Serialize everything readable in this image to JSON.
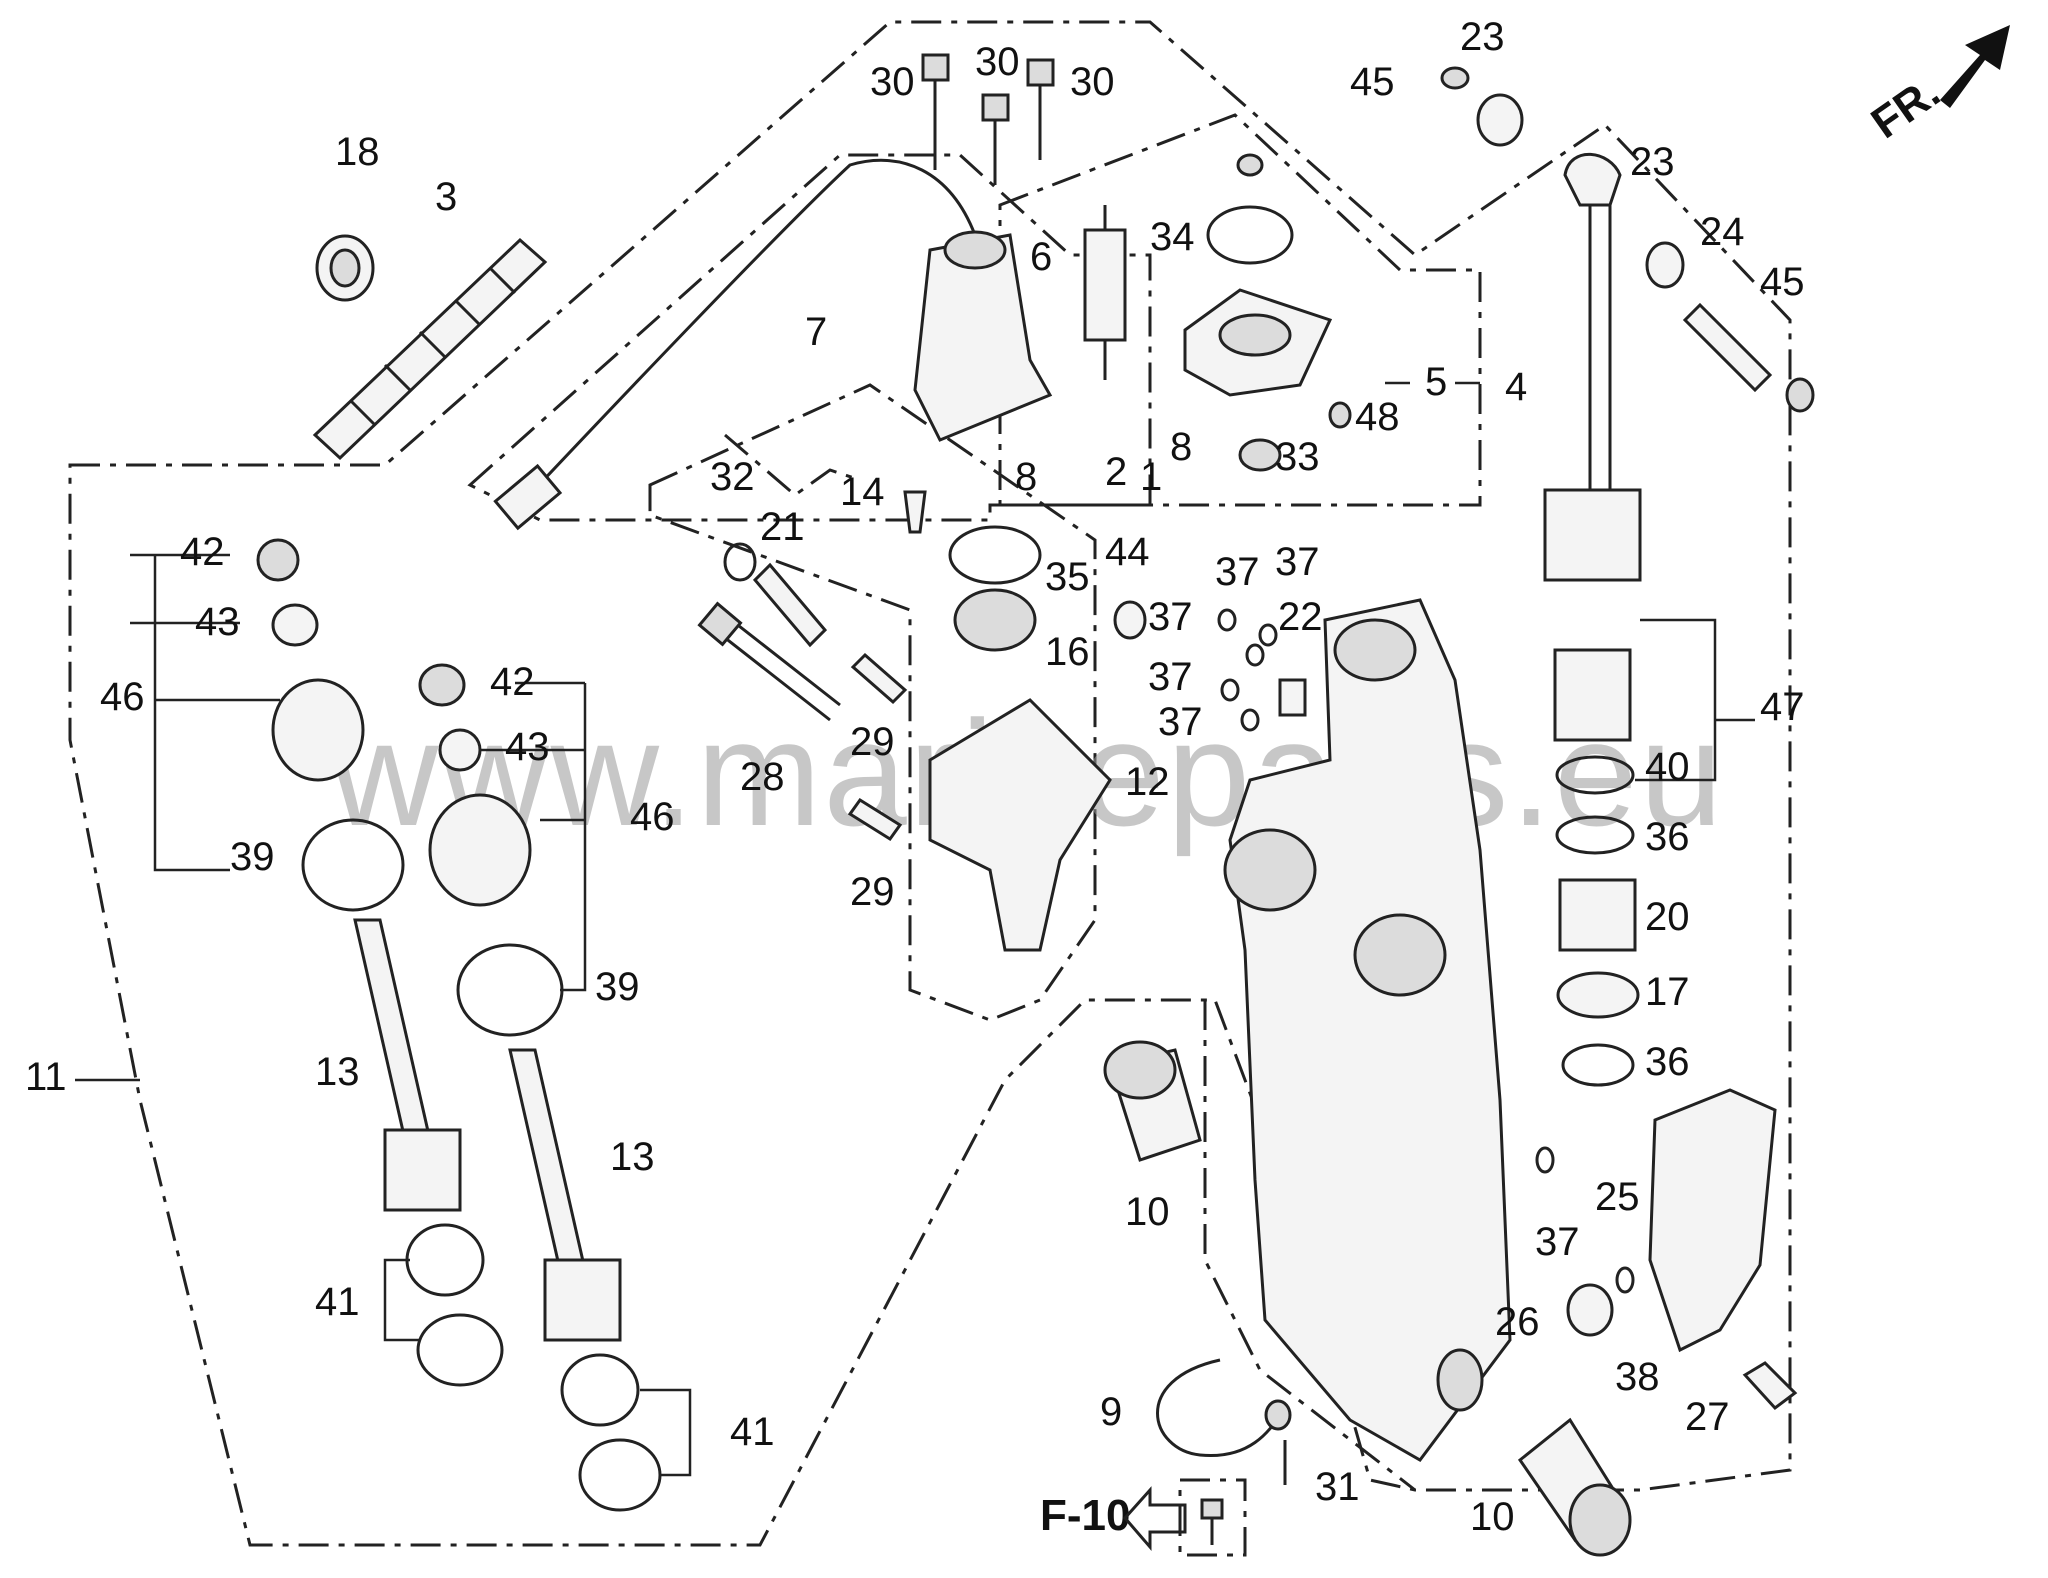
{
  "watermark": "www.marineparts.eu",
  "orientation": {
    "label": "FR.",
    "icon": "arrow-front-icon"
  },
  "reference": {
    "label": "F-10",
    "icon": "arrow-left-outline-icon"
  },
  "part_labels": [
    {
      "id": "l18",
      "text": "18"
    },
    {
      "id": "l3",
      "text": "3"
    },
    {
      "id": "l30a",
      "text": "30"
    },
    {
      "id": "l30b",
      "text": "30"
    },
    {
      "id": "l30c",
      "text": "30"
    },
    {
      "id": "l45a",
      "text": "45"
    },
    {
      "id": "l23a",
      "text": "23"
    },
    {
      "id": "l7",
      "text": "7"
    },
    {
      "id": "l6",
      "text": "6"
    },
    {
      "id": "l34",
      "text": "34"
    },
    {
      "id": "l5",
      "text": "5"
    },
    {
      "id": "l4",
      "text": "4"
    },
    {
      "id": "l48",
      "text": "48"
    },
    {
      "id": "l8a",
      "text": "8"
    },
    {
      "id": "l8b",
      "text": "8"
    },
    {
      "id": "l2",
      "text": "2"
    },
    {
      "id": "l1",
      "text": "1"
    },
    {
      "id": "l33",
      "text": "33"
    },
    {
      "id": "l23b",
      "text": "23"
    },
    {
      "id": "l24",
      "text": "24"
    },
    {
      "id": "l45b",
      "text": "45"
    },
    {
      "id": "l32",
      "text": "32"
    },
    {
      "id": "l14",
      "text": "14"
    },
    {
      "id": "l21",
      "text": "21"
    },
    {
      "id": "l35",
      "text": "35"
    },
    {
      "id": "l44",
      "text": "44"
    },
    {
      "id": "l37a",
      "text": "37"
    },
    {
      "id": "l37b",
      "text": "37"
    },
    {
      "id": "l37c",
      "text": "37"
    },
    {
      "id": "l37d",
      "text": "37"
    },
    {
      "id": "l37e",
      "text": "37"
    },
    {
      "id": "l22",
      "text": "22"
    },
    {
      "id": "l16",
      "text": "16"
    },
    {
      "id": "l42a",
      "text": "42"
    },
    {
      "id": "l43a",
      "text": "43"
    },
    {
      "id": "l46a",
      "text": "46"
    },
    {
      "id": "l42b",
      "text": "42"
    },
    {
      "id": "l43b",
      "text": "43"
    },
    {
      "id": "l46b",
      "text": "46"
    },
    {
      "id": "l28",
      "text": "28"
    },
    {
      "id": "l29a",
      "text": "29"
    },
    {
      "id": "l29b",
      "text": "29"
    },
    {
      "id": "l12",
      "text": "12"
    },
    {
      "id": "l39a",
      "text": "39"
    },
    {
      "id": "l39b",
      "text": "39"
    },
    {
      "id": "l47",
      "text": "47"
    },
    {
      "id": "l40",
      "text": "40"
    },
    {
      "id": "l36a",
      "text": "36"
    },
    {
      "id": "l20",
      "text": "20"
    },
    {
      "id": "l17",
      "text": "17"
    },
    {
      "id": "l36b",
      "text": "36"
    },
    {
      "id": "l11",
      "text": "11"
    },
    {
      "id": "l13a",
      "text": "13"
    },
    {
      "id": "l13b",
      "text": "13"
    },
    {
      "id": "l10a",
      "text": "10"
    },
    {
      "id": "l25",
      "text": "25"
    },
    {
      "id": "l37f",
      "text": "37"
    },
    {
      "id": "l41a",
      "text": "41"
    },
    {
      "id": "l41b",
      "text": "41"
    },
    {
      "id": "l26",
      "text": "26"
    },
    {
      "id": "l38",
      "text": "38"
    },
    {
      "id": "l27",
      "text": "27"
    },
    {
      "id": "l9",
      "text": "9"
    },
    {
      "id": "l31",
      "text": "31"
    },
    {
      "id": "l10b",
      "text": "10"
    }
  ]
}
